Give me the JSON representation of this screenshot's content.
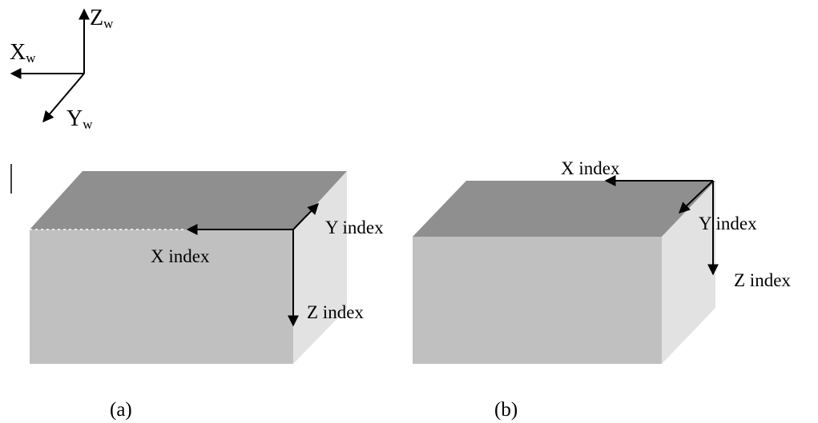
{
  "world_axes": {
    "x_main": "X",
    "x_sub": "w",
    "y_main": "Y",
    "y_sub": "w",
    "z_main": "Z",
    "z_sub": "w"
  },
  "panels": [
    {
      "caption": "(a)",
      "x_label": "X index",
      "y_label": "Y index",
      "z_label": "Z index"
    },
    {
      "caption": "(b)",
      "x_label": "X index",
      "y_label": "Y index",
      "z_label": "Z index"
    }
  ],
  "colors": {
    "front_face": "#c0c0c0",
    "top_face": "#8f8f8f",
    "side_face": "#e2e2e2",
    "arrow": "#000000"
  }
}
